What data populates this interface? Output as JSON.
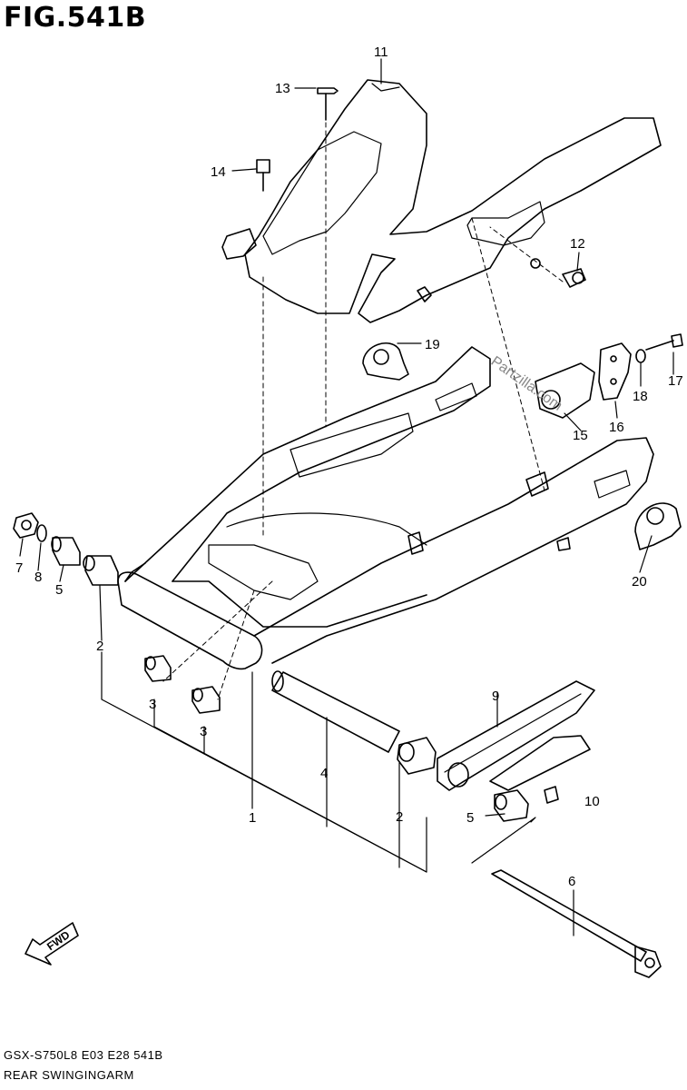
{
  "figure": {
    "title": "FIG.541B",
    "footer_line1": "GSX-S750L8  E03  E28  541B",
    "footer_line2": "REAR SWINGINGARM",
    "watermark": "Partzilla.com",
    "fwd_label": "FWD"
  },
  "callouts": [
    {
      "id": "c11",
      "text": "11"
    },
    {
      "id": "c13",
      "text": "13"
    },
    {
      "id": "c14",
      "text": "14"
    },
    {
      "id": "c12",
      "text": "12"
    },
    {
      "id": "c19",
      "text": "19"
    },
    {
      "id": "c17",
      "text": "17"
    },
    {
      "id": "c18",
      "text": "18"
    },
    {
      "id": "c16",
      "text": "16"
    },
    {
      "id": "c15",
      "text": "15"
    },
    {
      "id": "c20",
      "text": "20"
    },
    {
      "id": "c7",
      "text": "7"
    },
    {
      "id": "c8",
      "text": "8"
    },
    {
      "id": "c5a",
      "text": "5"
    },
    {
      "id": "c2a",
      "text": "2"
    },
    {
      "id": "c3a",
      "text": "3"
    },
    {
      "id": "c3b",
      "text": "3"
    },
    {
      "id": "c9",
      "text": "9"
    },
    {
      "id": "c4",
      "text": "4"
    },
    {
      "id": "c1",
      "text": "1"
    },
    {
      "id": "c2b",
      "text": "2"
    },
    {
      "id": "c10",
      "text": "10"
    },
    {
      "id": "c5b",
      "text": "5"
    },
    {
      "id": "c6",
      "text": "6"
    }
  ]
}
